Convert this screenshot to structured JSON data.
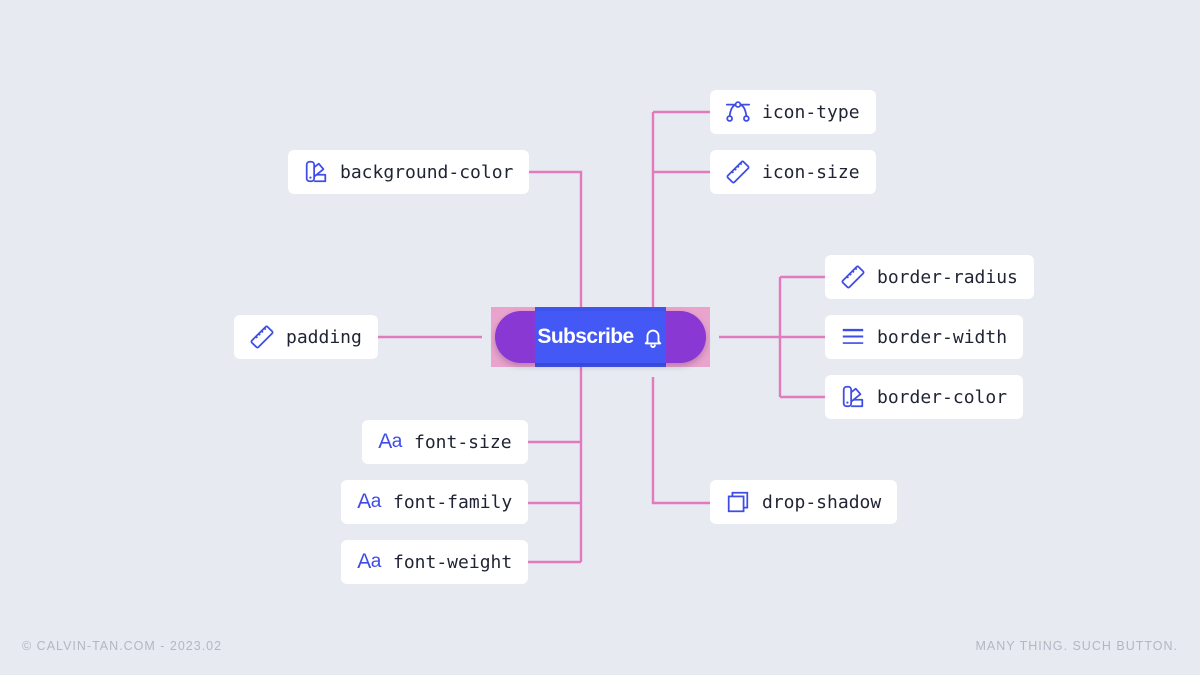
{
  "button": {
    "label": "Subscribe",
    "icon": "bell-icon"
  },
  "properties": {
    "icon_type": "icon-type",
    "icon_size": "icon-size",
    "background_color": "background-color",
    "padding": "padding",
    "border_radius": "border-radius",
    "border_width": "border-width",
    "border_color": "border-color",
    "font_size": "font-size",
    "font_family": "font-family",
    "font_weight": "font-weight",
    "drop_shadow": "drop-shadow"
  },
  "icons": {
    "font_glyph_big": "A",
    "font_glyph_small": "a"
  },
  "footer": {
    "left": "© CALVIN-TAN.COM - 2023.02",
    "right": "MANY THING. SUCH BUTTON."
  },
  "colors": {
    "background": "#e7eaf0",
    "connector": "#e27ac0",
    "icon_accent": "#3f4de6",
    "button_core": "#4358f4",
    "button_sides": "#8a38d3",
    "padding_highlight": "#e9a3cc"
  }
}
